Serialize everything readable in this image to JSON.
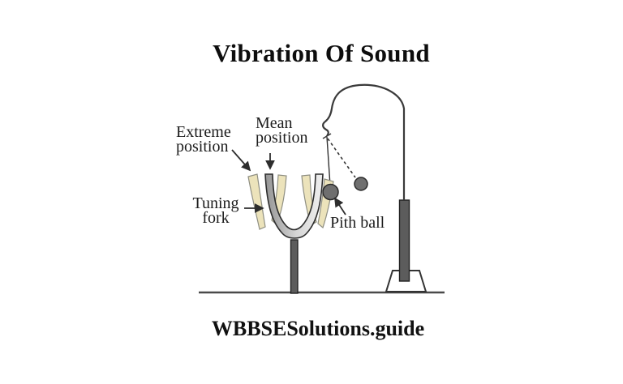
{
  "title": "Vibration Of Sound",
  "watermark": "WBBSESolutions.guide",
  "labels": {
    "extreme": {
      "line1": "Extreme",
      "line2": "position"
    },
    "mean": {
      "line1": "Mean",
      "line2": "position"
    },
    "tuning": {
      "line1": "Tuning",
      "line2": "fork"
    },
    "pith": "Pith ball"
  },
  "colors": {
    "ink": "#2d2d2d",
    "blade_fill": "#ece3bb",
    "blade_outline": "#8f8f83",
    "rod_fill": "#5c5c5c",
    "ball_fill": "#6f6f6f",
    "base_fill": "#ffffff",
    "background": "#ffffff"
  }
}
